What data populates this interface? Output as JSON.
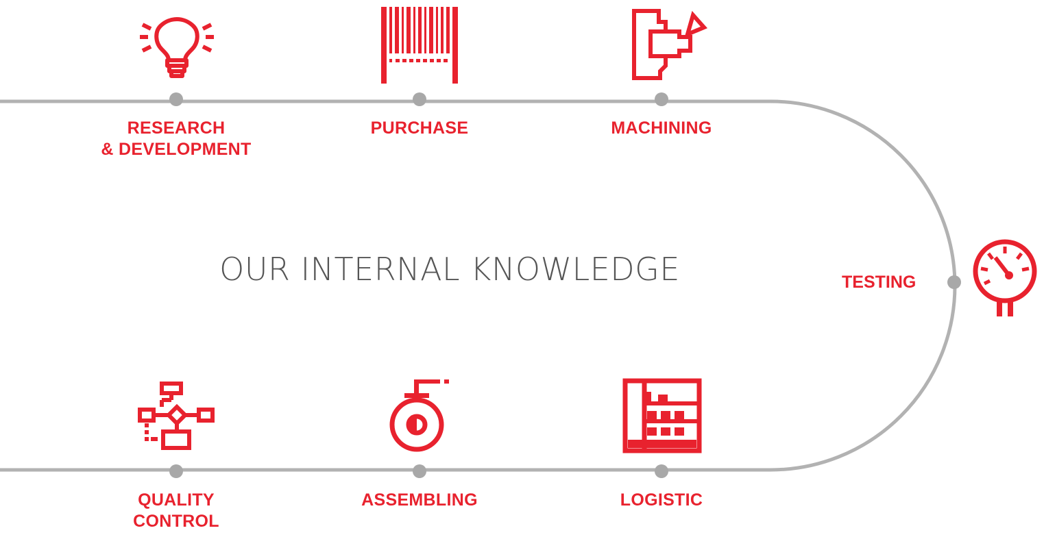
{
  "title": "OUR INTERNAL KNOWLEDGE",
  "colors": {
    "accent": "#e8222e",
    "track": "#b2b2b2",
    "dot": "#a8a8a8",
    "title": "#555555"
  },
  "top_steps": [
    {
      "lines": [
        "RESEARCH",
        "& DEVELOPMENT"
      ],
      "icon": "lightbulb-icon"
    },
    {
      "lines": [
        "PURCHASE"
      ],
      "icon": "barcode-icon"
    },
    {
      "lines": [
        "MACHINING"
      ],
      "icon": "machining-tool-icon"
    }
  ],
  "side_step": {
    "label": "TESTING",
    "icon": "pressure-gauge-icon"
  },
  "bottom_steps": [
    {
      "lines": [
        "QUALITY",
        "CONTROL"
      ],
      "icon": "flowchart-icon"
    },
    {
      "lines": [
        "ASSEMBLING"
      ],
      "icon": "valve-icon"
    },
    {
      "lines": [
        "LOGISTIC"
      ],
      "icon": "warehouse-shelves-icon"
    }
  ]
}
